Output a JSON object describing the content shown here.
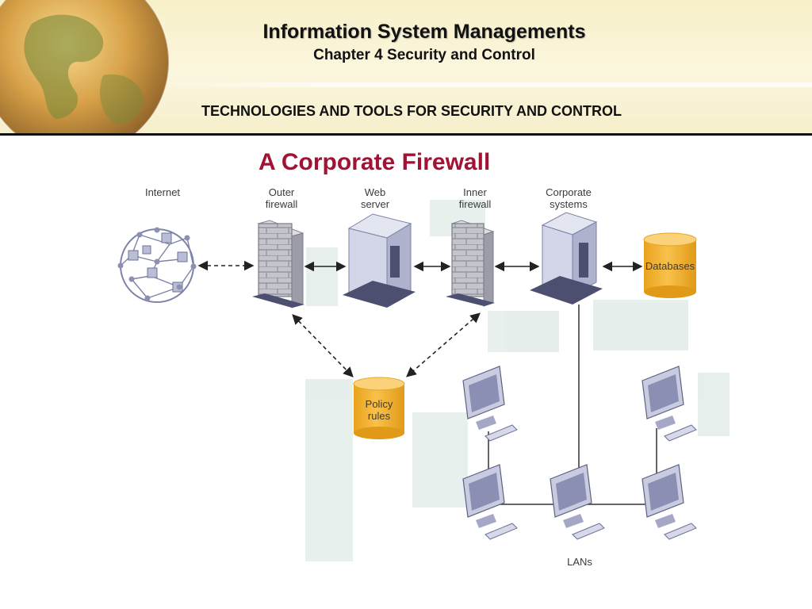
{
  "header": {
    "title": "Information System Managements",
    "subtitle": "Chapter 4 Security and Control",
    "section": "TECHNOLOGIES AND TOOLS FOR SECURITY AND CONTROL"
  },
  "diagram": {
    "heading": "A Corporate Firewall",
    "labels": {
      "internet": "Internet",
      "outer_firewall": [
        "Outer",
        "firewall"
      ],
      "web_server": [
        "Web",
        "server"
      ],
      "inner_firewall": [
        "Inner",
        "firewall"
      ],
      "corporate_systems": [
        "Corporate",
        "systems"
      ],
      "databases": "Databases",
      "policy_rules": [
        "Policy",
        "rules"
      ],
      "lans": "LANs"
    },
    "colors": {
      "heading": "#a11233",
      "database": "#f6b52e",
      "server": "#c7cbe0",
      "firewall": "#b8b8c2"
    }
  }
}
